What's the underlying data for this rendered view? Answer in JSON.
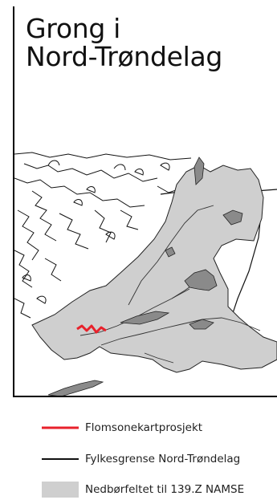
{
  "title": {
    "line1": "Grong i",
    "line2": "Nord-Trøndelag"
  },
  "colors": {
    "catchment_fill": "#cfcfcf",
    "lake_fill": "#8a8a8a",
    "project_line": "#e8212b",
    "boundary_line": "#111111"
  },
  "legend": {
    "items": [
      {
        "symbol": "red-line",
        "label": "Flomsonekartprosjekt"
      },
      {
        "symbol": "black-line",
        "label": "Fylkesgrense Nord-Trøndelag"
      },
      {
        "symbol": "grey-box",
        "label": "Nedbørfeltet til 139.Z NAMSE"
      }
    ]
  }
}
